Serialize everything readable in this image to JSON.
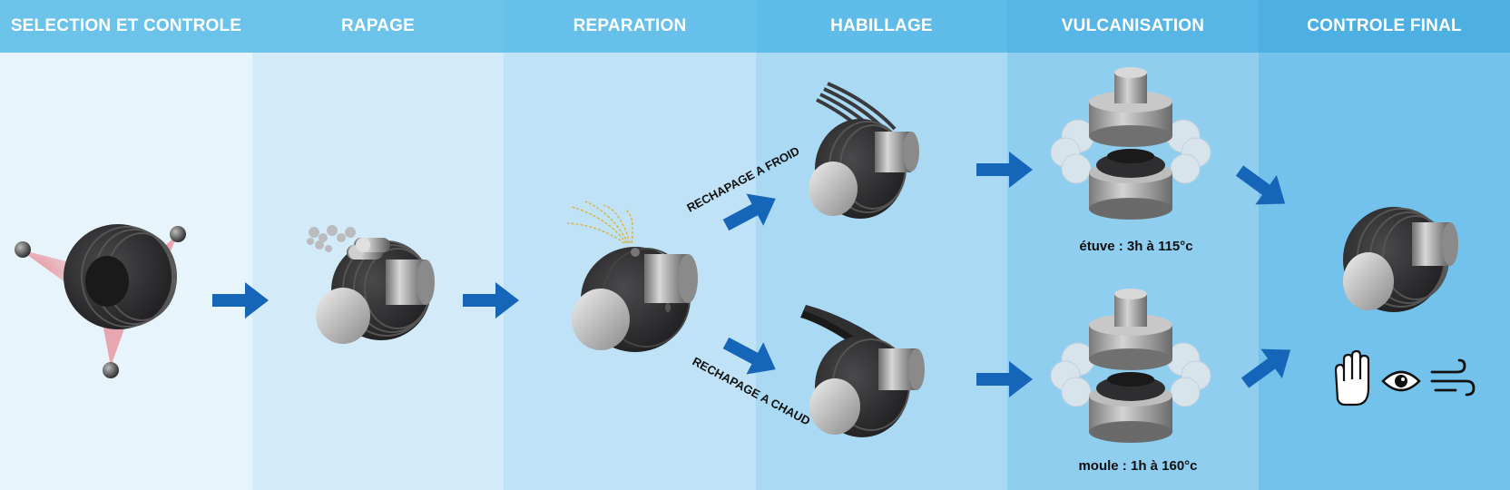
{
  "steps": [
    {
      "title": "SELECTION ET CONTROLE",
      "bg": "#e8f4fc",
      "header_bg": "#6cc3ea"
    },
    {
      "title": "RAPAGE",
      "bg": "#d3eaf8",
      "header_bg": "#6cc3ea"
    },
    {
      "title": "REPARATION",
      "bg": "#bfe2f6",
      "header_bg": "#66c0ea"
    },
    {
      "title": "HABILLAGE",
      "bg": "#a9d9f3",
      "header_bg": "#5fbce9"
    },
    {
      "title": "VULCANISATION",
      "bg": "#90cef0",
      "header_bg": "#57b6e6"
    },
    {
      "title": "CONTROLE FINAL",
      "bg": "#72c2ec",
      "header_bg": "#4eafe3"
    }
  ],
  "branches": {
    "cold": "RECHAPAGE A FROID",
    "hot": "RECHAPAGE A CHAUD"
  },
  "vulcanisation": {
    "oven": "étuve : 3h à 115°c",
    "mold": "moule : 1h à 160°c"
  },
  "colors": {
    "arrow": "#1565b8",
    "tire": "#2d2d2f",
    "metal": "#9a9a9a",
    "header_text": "#ffffff"
  },
  "final_check_icons": [
    "hand-icon",
    "eye-icon",
    "wind-icon"
  ]
}
